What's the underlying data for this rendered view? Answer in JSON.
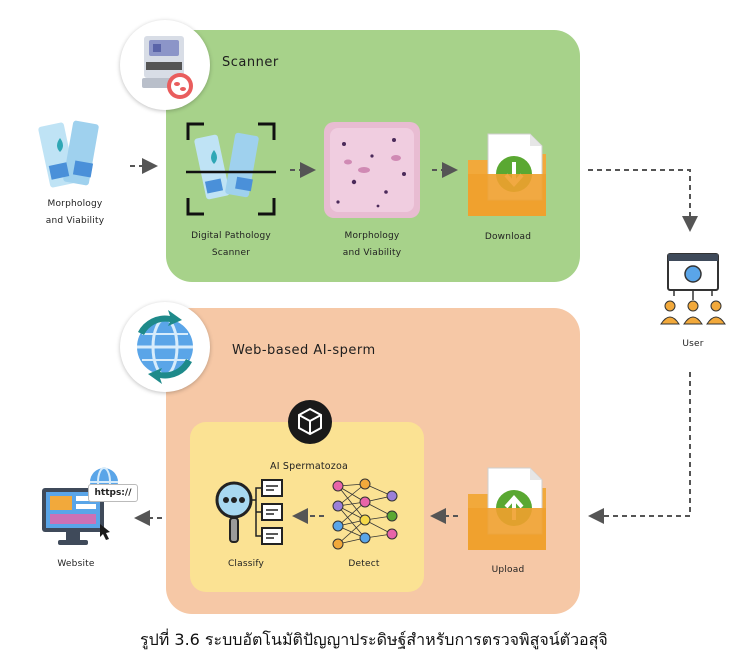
{
  "panels": {
    "scanner_title": "Scanner",
    "web_title": "Web-based AI-sperm",
    "ai_title": "AI Spermatozoa"
  },
  "labels": {
    "input_line1": "Morphology",
    "input_line2": "and Viability",
    "scanner_line1": "Digital Pathology",
    "scanner_line2": "Scanner",
    "slide_line1": "Morphology",
    "slide_line2": "and Viability",
    "download": "Download",
    "user": "User",
    "upload": "Upload",
    "detect": "Detect",
    "classify": "Classify",
    "website": "Website",
    "url_tag": "https://"
  },
  "caption": "รูปที่ 3.6 ระบบอัตโนมัติปัญญาประดิษฐ์สำหรับการตรวจพิสูจน์ตัวอสุจิ",
  "colors": {
    "scanner_panel": "#a7d28a",
    "web_panel": "#f6c8a6",
    "ai_panel": "#fbe293",
    "arrow": "#555555",
    "download_green": "#5aa832",
    "folder_orange": "#f2a93b"
  },
  "icons": [
    "scanner-machine-icon",
    "slide-pair-icon",
    "scan-frame-icon",
    "microscope-slide-icon",
    "download-folder-icon",
    "user-group-icon",
    "globe-refresh-icon",
    "ai-cube-icon",
    "neural-network-icon",
    "magnifier-list-icon",
    "upload-folder-icon",
    "website-monitor-icon"
  ]
}
